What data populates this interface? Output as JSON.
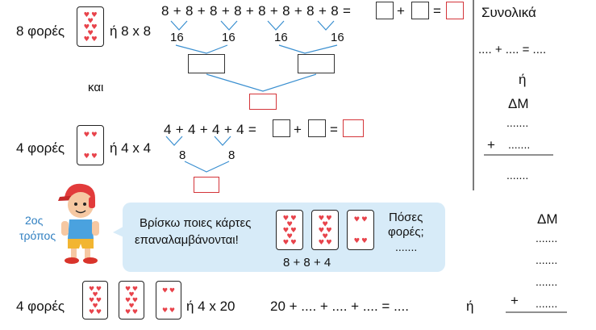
{
  "colors": {
    "accent_blue": "#2f7fc1",
    "heart_red": "#e8434b",
    "answer_box_red": "#d4353a",
    "bubble_bg": "#d7ebf8"
  },
  "row1": {
    "times_label": "8 φορές",
    "or_label": "ή 8 x 8",
    "sum_expression": "8 + 8 + 8 + 8 + 8 + 8 + 8 + 8 =",
    "plus": "+",
    "equals": "=",
    "partial_16": "16"
  },
  "and_label": "και",
  "row2": {
    "times_label": "4 φορές",
    "or_label": "ή 4 x 4",
    "sum_expression": "4 + 4 + 4 + 4 =",
    "plus": "+",
    "equals": "=",
    "partial_8": "8"
  },
  "right_panel": {
    "title": "Συνολικά",
    "equation": ".... + .... = ....",
    "or_text": "ή",
    "header": "ΔΜ",
    "dots": ".......",
    "plus": "+"
  },
  "second_way": {
    "label_line1": "2ος",
    "label_line2": "τρόπος"
  },
  "bubble": {
    "text_line1": "Βρίσκω ποιες κάρτες",
    "text_line2": "επαναλαμβάνονται!",
    "cards_expression": "8  +  8  +  4",
    "question_line1": "Πόσες",
    "question_line2": "φορές;",
    "answer_dots": "......."
  },
  "bottom": {
    "times_label": "4 φορές",
    "or_label": "ή 4 x 20",
    "sum_expression": "20 + .... + .... + .... = ....",
    "or_text": "ή",
    "plus": "+"
  },
  "right_bottom": {
    "header": "ΔΜ",
    "dots": "......."
  }
}
